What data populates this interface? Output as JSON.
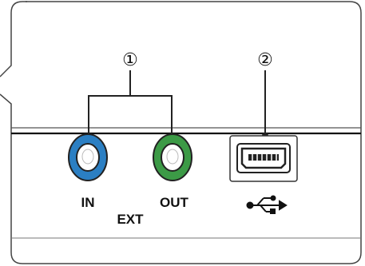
{
  "callouts": {
    "group_1": "①",
    "group_2": "②"
  },
  "ports": {
    "in_label": "IN",
    "out_label": "OUT",
    "ext_label": "EXT"
  },
  "usb": {
    "icon_name": "usb-icon"
  },
  "colors": {
    "in_jack": "#2b7fc3",
    "out_jack": "#3c9a46",
    "outline": "#222222"
  }
}
